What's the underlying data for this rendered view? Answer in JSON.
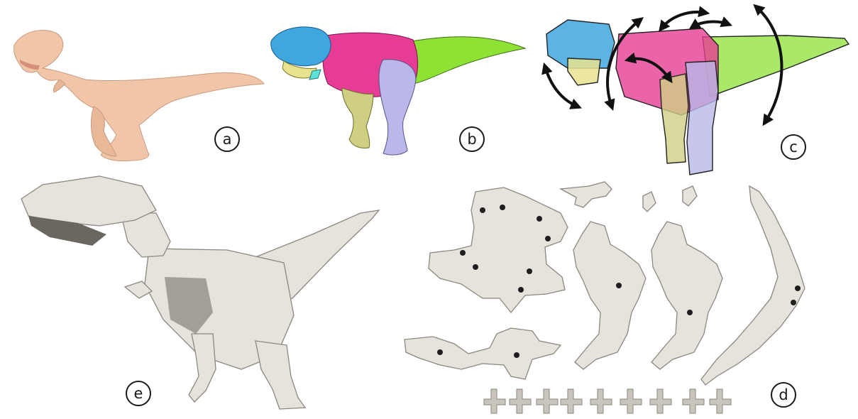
{
  "figure": {
    "panels": [
      {
        "id": "a",
        "label": "a"
      },
      {
        "id": "b",
        "label": "b"
      },
      {
        "id": "c",
        "label": "c"
      },
      {
        "id": "d",
        "label": "d"
      },
      {
        "id": "e",
        "label": "e"
      }
    ],
    "colors": {
      "skin": "#f1c6a8",
      "head": "#3fa7e0",
      "jaw": "#e9e38f",
      "torso": "#e63c93",
      "tail": "#8de234",
      "leg_front": "#b9b8e8",
      "leg_back": "#cfcf84",
      "cardboard": "#e6e3dc"
    }
  }
}
